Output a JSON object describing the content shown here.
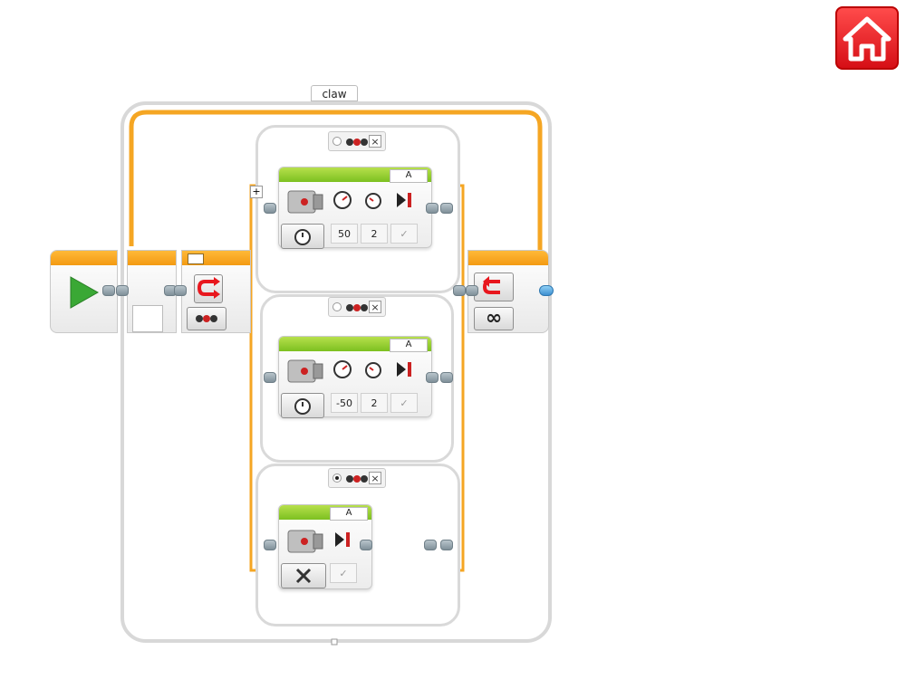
{
  "loop": {
    "name_label": "claw",
    "count_mode_icon": "infinity-icon"
  },
  "switch_block": {
    "mode_icon": "switch-icon",
    "sensor_icon": "brick-buttons-icon"
  },
  "cases": [
    {
      "selected": false,
      "motor": {
        "port": "A",
        "mode_icon": "timer-icon",
        "power": "50",
        "seconds": "2",
        "brake_icon": "check-icon"
      }
    },
    {
      "selected": false,
      "motor": {
        "port": "A",
        "mode_icon": "timer-icon",
        "power": "-50",
        "seconds": "2",
        "brake_icon": "check-icon"
      }
    },
    {
      "selected": true,
      "motor": {
        "port": "A",
        "mode_icon": "off-icon",
        "brake_icon": "check-icon"
      }
    }
  ],
  "home_button": {
    "icon": "home-icon",
    "color": "#e8171e"
  },
  "colors": {
    "sequence_wire": "#f5a623",
    "start_green": "#3aa835",
    "frame_gray": "#d8d8d8"
  }
}
